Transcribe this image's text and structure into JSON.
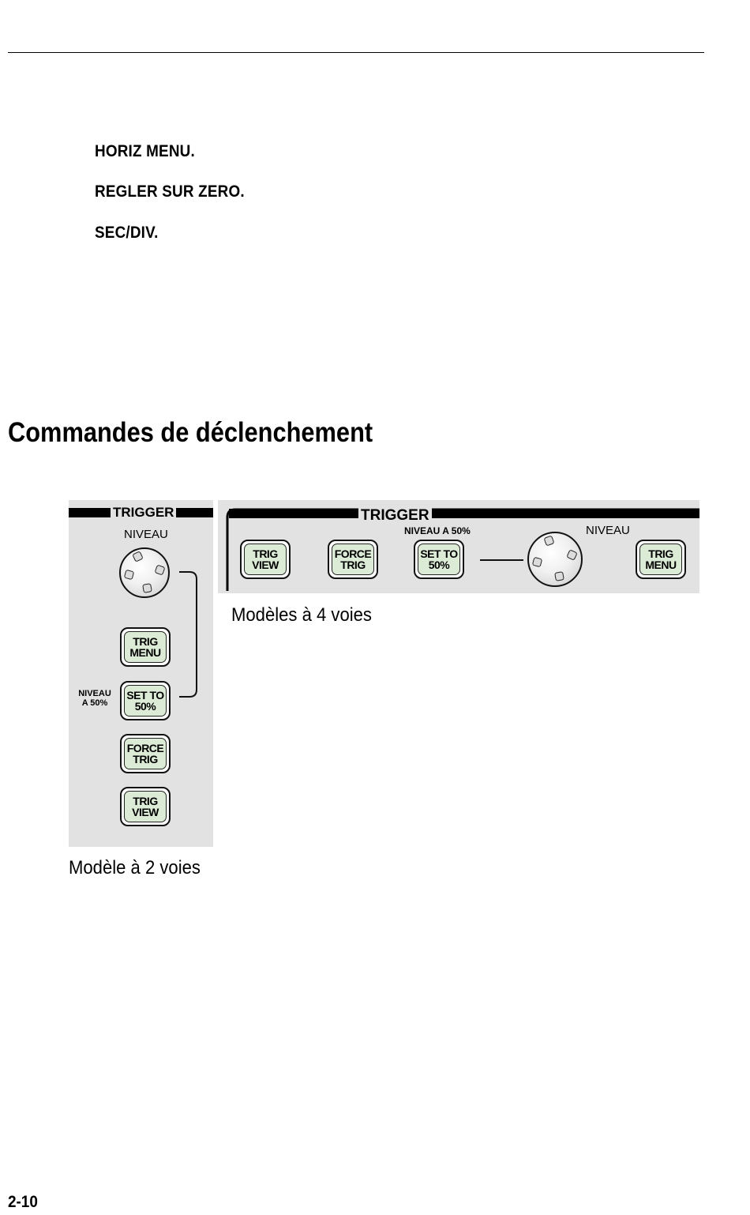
{
  "terms": [
    "HORIZ MENU.",
    "REGLER SUR ZERO.",
    "SEC/DIV."
  ],
  "section_heading": "Commandes de déclenchement",
  "panel_2ch": {
    "header": "TRIGGER",
    "knob_label": "NIVEAU",
    "side_label_line1": "NIVEAU",
    "side_label_line2": "A 50%",
    "buttons": [
      {
        "line1": "TRIG",
        "line2": "MENU"
      },
      {
        "line1": "SET TO",
        "line2": "50%"
      },
      {
        "line1": "FORCE",
        "line2": "TRIG"
      },
      {
        "line1": "TRIG",
        "line2": "VIEW"
      }
    ],
    "caption": "Modèle à 2 voies"
  },
  "panel_4ch": {
    "header": "TRIGGER",
    "set_label": "NIVEAU A 50%",
    "knob_label": "NIVEAU",
    "buttons": [
      {
        "line1": "TRIG",
        "line2": "VIEW"
      },
      {
        "line1": "FORCE",
        "line2": "TRIG"
      },
      {
        "line1": "SET TO",
        "line2": "50%"
      },
      {
        "line1": "TRIG",
        "line2": "MENU"
      }
    ],
    "caption": "Modèles à 4 voies"
  },
  "page_number": "2-10",
  "colors": {
    "panel_bg": "#e2e2e2",
    "button_face": "#dcebd6",
    "ink": "#000000"
  }
}
